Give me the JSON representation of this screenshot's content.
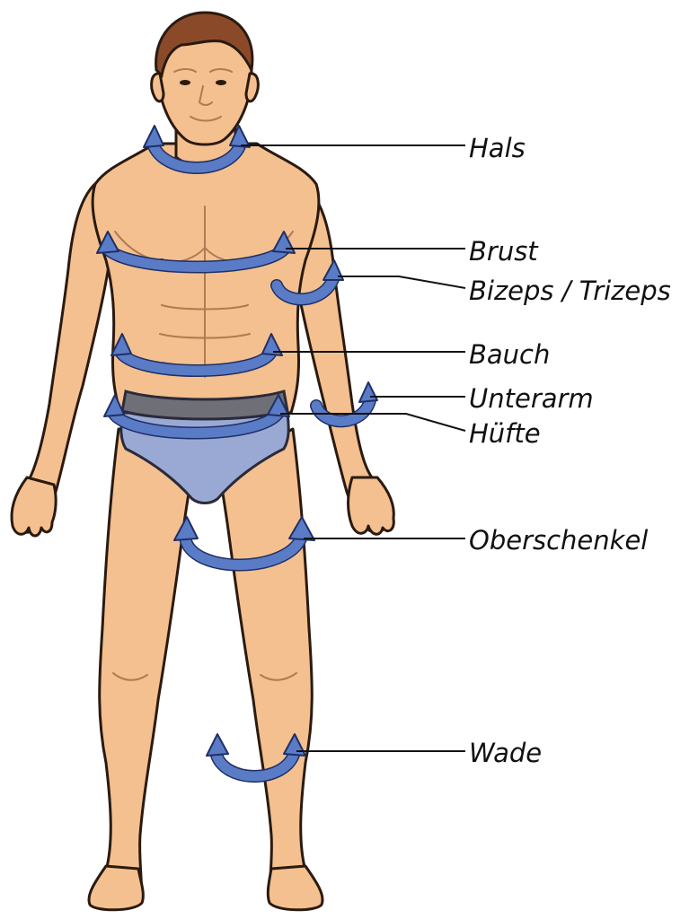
{
  "labels": {
    "neck": "Hals",
    "chest": "Brust",
    "biceps": "Bizeps / Trizeps",
    "belly": "Bauch",
    "forearm": "Unterarm",
    "hip": "Hüfte",
    "thigh": "Oberschenkel",
    "calf": "Wade"
  },
  "colors": {
    "skin": "#f4c08f",
    "tape": "#5a7cc6",
    "brief": "#9aa9d4",
    "waistband": "#6f6f78"
  }
}
